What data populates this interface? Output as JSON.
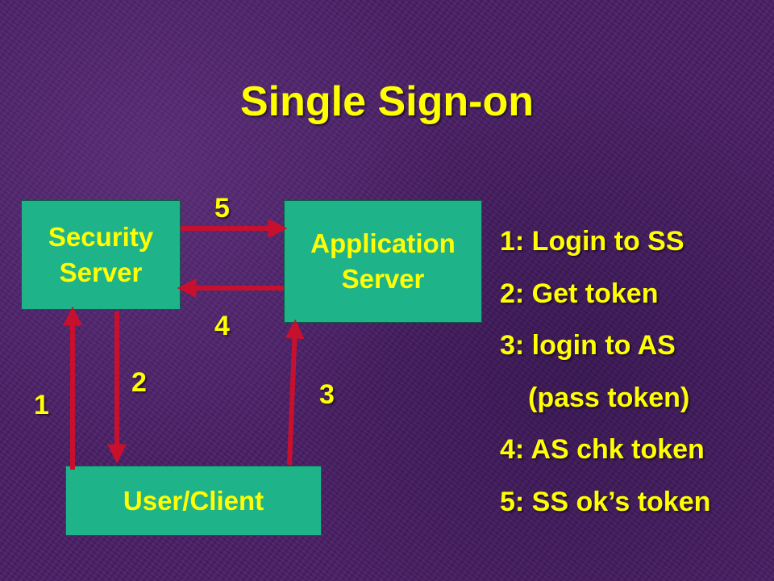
{
  "title": "Single Sign-on",
  "boxes": {
    "security_server": "Security\nServer",
    "application_server": "Application\nServer",
    "user_client": "User/Client"
  },
  "arrow_numbers": {
    "n1": "1",
    "n2": "2",
    "n3": "3",
    "n4": "4",
    "n5": "5"
  },
  "legend": [
    "1: Login to SS",
    "2: Get token",
    "3: login to AS",
    "(pass token)",
    "4: AS chk token",
    "5: SS ok’s token"
  ],
  "colors": {
    "background": "#4a1f66",
    "box_fill": "#1fb38a",
    "text": "#ffff00",
    "arrow": "#c8102e"
  }
}
